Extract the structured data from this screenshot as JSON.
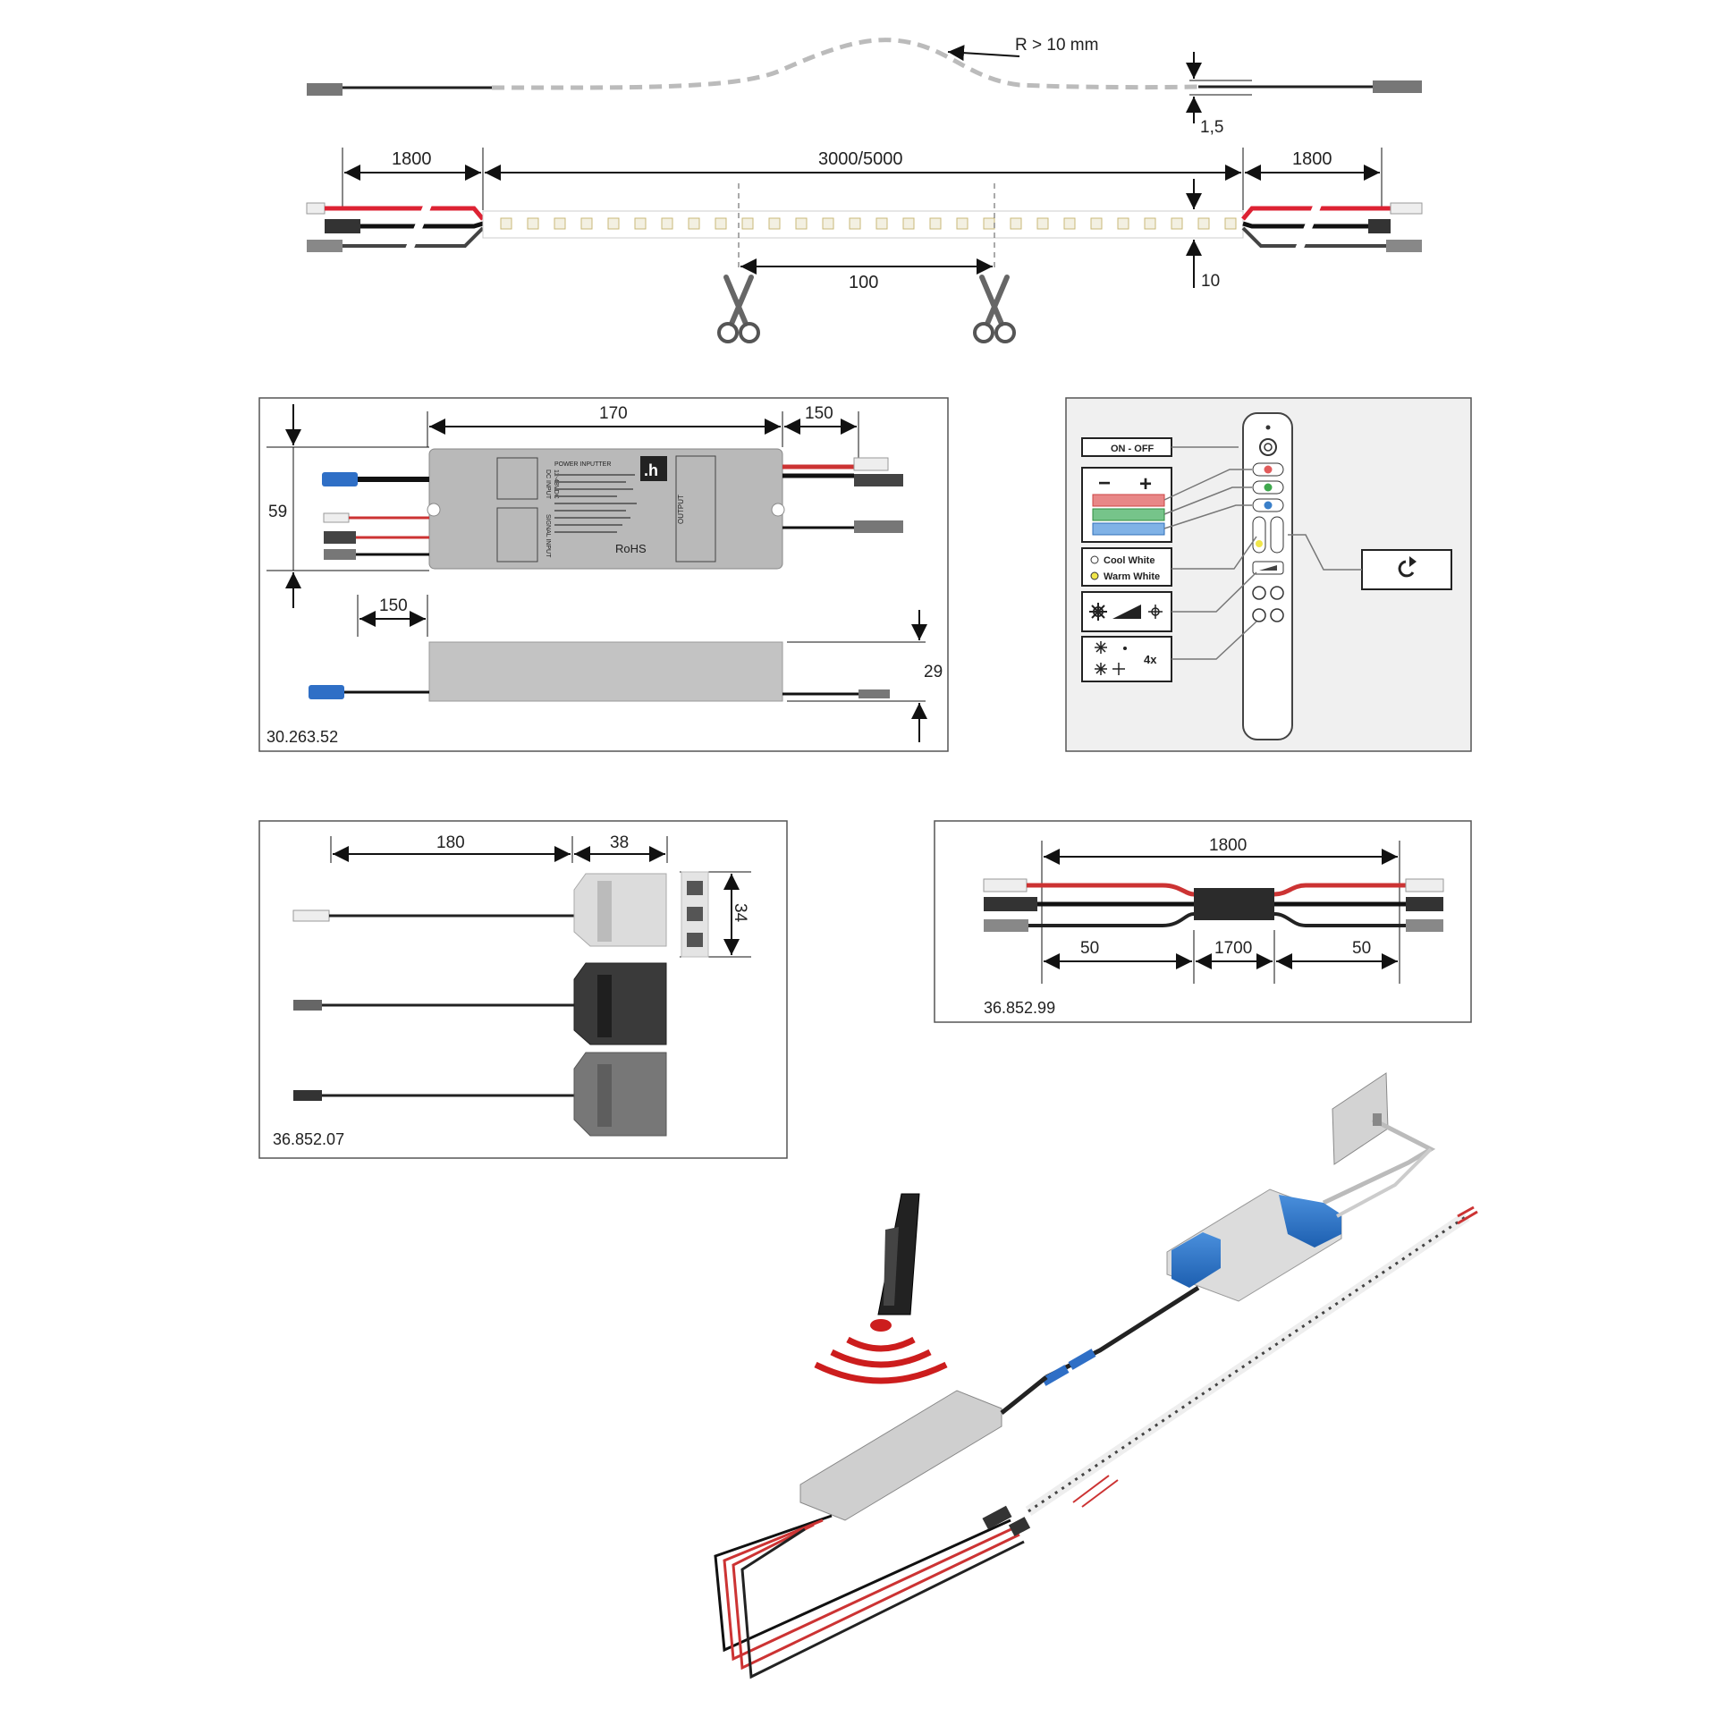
{
  "strip": {
    "bend_radius_label": "R > 10 mm",
    "thickness_label": "1,5",
    "lead_left_label": "1800",
    "length_label": "3000/5000",
    "lead_right_label": "1800",
    "cut_interval_label": "100",
    "width_label": "10"
  },
  "power_supply": {
    "length_label": "170",
    "cable_label": "150",
    "height_label": "59",
    "side_cable_label": "150",
    "depth_label": "29",
    "part_number": "30.263.52",
    "brand_mark": ".h",
    "input_label": "DC INPUT",
    "input_range": "12-48VDC",
    "title": "POWER INPUTTER",
    "rohs": "RoHS",
    "output_label": "OUTPUT",
    "signal_label": "SIGNAL INPUT"
  },
  "remote": {
    "on_off_label": "ON - OFF",
    "minus_sign": "−",
    "plus_sign": "+",
    "cool_white_label": "Cool White",
    "warm_white_label": "Warm White",
    "scenes_label": "4x",
    "colors": {
      "red": "#e15b5b",
      "green": "#3fa84d",
      "blue": "#3a7fc9",
      "yellow": "#f1e64a"
    }
  },
  "distributor": {
    "cable_label": "180",
    "width_label": "38",
    "height_label": "34",
    "part_number": "36.852.07"
  },
  "extension": {
    "length_label": "1800",
    "left_label": "50",
    "middle_label": "1700",
    "right_label": "50",
    "part_number": "36.852.99"
  }
}
